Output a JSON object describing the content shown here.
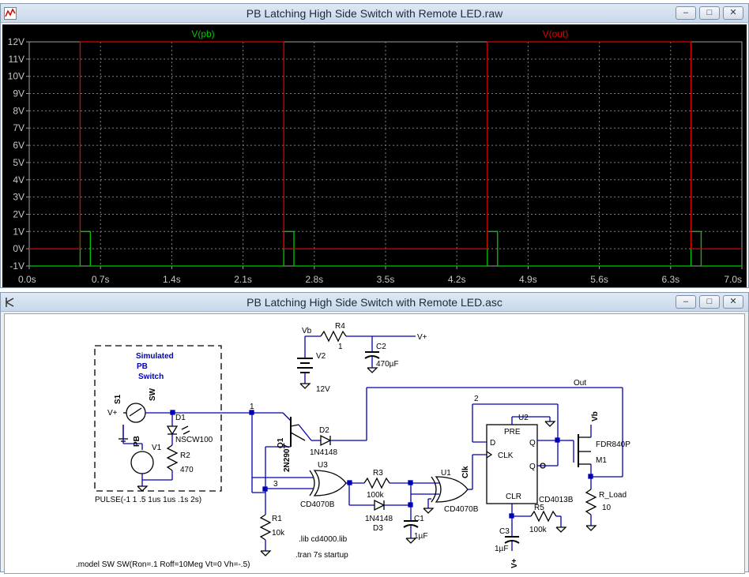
{
  "waveform_window": {
    "title": "PB Latching High Side Switch with Remote LED.raw",
    "controls": [
      "–",
      "□",
      "✕"
    ]
  },
  "schematic_window": {
    "title": "PB Latching High Side Switch with Remote LED.asc",
    "controls": [
      "–",
      "□",
      "✕"
    ]
  },
  "colors": {
    "vpb": "#00c800",
    "vout": "#e00000",
    "plot_bg": "#000000",
    "wire": "#0000b4",
    "grid": "#808080"
  },
  "chart_data": {
    "type": "line",
    "title": "",
    "xlabel": "",
    "ylabel": "",
    "xlim": [
      0,
      7.0
    ],
    "ylim": [
      -1,
      12
    ],
    "x_ticks": [
      "0.0s",
      "0.7s",
      "1.4s",
      "2.1s",
      "2.8s",
      "3.5s",
      "4.2s",
      "4.9s",
      "5.6s",
      "6.3s",
      "7.0s"
    ],
    "y_ticks": [
      "12V",
      "11V",
      "10V",
      "9V",
      "8V",
      "7V",
      "6V",
      "5V",
      "4V",
      "3V",
      "2V",
      "1V",
      "0V",
      "-1V"
    ],
    "grid": true,
    "legend": "top",
    "series": [
      {
        "name": "V(pb)",
        "color": "#00c800",
        "x": [
          0,
          0.5,
          0.5,
          0.6,
          0.6,
          2.5,
          2.5,
          2.6,
          2.6,
          4.5,
          4.5,
          4.6,
          4.6,
          6.5,
          6.5,
          6.6,
          6.6,
          7.0
        ],
        "y": [
          -1,
          -1,
          1,
          1,
          -1,
          -1,
          1,
          1,
          -1,
          -1,
          1,
          1,
          -1,
          -1,
          1,
          1,
          -1,
          -1
        ]
      },
      {
        "name": "V(out)",
        "color": "#e00000",
        "x": [
          0,
          0.5,
          0.5,
          2.5,
          2.5,
          4.5,
          4.5,
          6.5,
          6.5,
          7.0
        ],
        "y": [
          0,
          0,
          12,
          12,
          0,
          0,
          12,
          12,
          0,
          0
        ]
      }
    ]
  },
  "schematic": {
    "labels": {
      "simulated": "Simulated",
      "pb": "PB",
      "switch": "Switch",
      "s1": "S1",
      "sw": "SW",
      "vplus_left": "V+",
      "pb_vert": "PB",
      "d1": "D1",
      "nscw100": "NSCW100",
      "v1": "V1",
      "r2": "R2",
      "r2_val": "470",
      "pulse": "PULSE(-1 1 .5 1us 1us .1s 2s)",
      "vb_top": "Vb",
      "r4": "R4",
      "r4_val": "1",
      "c2": "C2",
      "c2_val": "470µF",
      "vplus_top": "V+",
      "v2": "V2",
      "v2_val": "12V",
      "node1": "1",
      "node2": "2",
      "node3": "3",
      "q1": "Q1",
      "q1_part": "2N2907",
      "d2": "D2",
      "d2_part": "1N4148",
      "out": "Out",
      "u3": "U3",
      "u3_part": "CD4070B",
      "r3": "R3",
      "r3_val": "100k",
      "d3_part": "1N4148",
      "d3": "D3",
      "c1": "C1",
      "c1_val": "1µF",
      "u1": "U1",
      "u1_part": "CD4070B",
      "clk": "Clk",
      "u2": "U2",
      "pre": "PRE",
      "d_pin": "D",
      "clk_pin": "CLK",
      "clr": "CLR",
      "q_pin": "Q",
      "qbar_pin": "Q",
      "u2_part": "CD4013B",
      "vb_right": "Vb",
      "fdr": "FDR840P",
      "m1": "M1",
      "r_load": "R_Load",
      "r_load_val": "10",
      "r5": "R5",
      "r5_val": "100k",
      "c3": "C3",
      "c3_val": "1µF",
      "vplus_bottom": "V+",
      "r1": "R1",
      "r1_val": "10k",
      "lib": ".lib cd4000.lib",
      "tran": ".tran 7s startup",
      "model": ".model SW SW(Ron=.1 Roff=10Meg Vt=0 Vh=-.5)"
    }
  }
}
